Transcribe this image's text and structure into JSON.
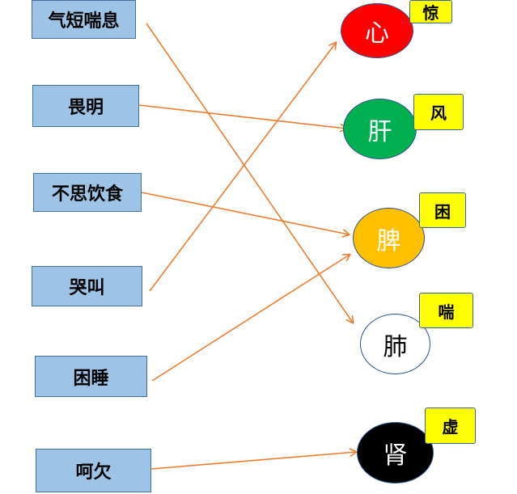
{
  "symptoms": [
    {
      "id": "qiduan",
      "label": "气短喘息"
    },
    {
      "id": "weiming",
      "label": "畏明"
    },
    {
      "id": "busiyinshi",
      "label": "不思饮食"
    },
    {
      "id": "kujiao",
      "label": "哭叫"
    },
    {
      "id": "kunshui",
      "label": "困睡"
    },
    {
      "id": "heqian",
      "label": "呵欠"
    }
  ],
  "organs": [
    {
      "id": "xin",
      "label": "心",
      "tag": "惊",
      "fill": "#ff0000",
      "text_color": "#ffffff"
    },
    {
      "id": "gan",
      "label": "肝",
      "tag": "风",
      "fill": "#00b050",
      "text_color": "#ffffff"
    },
    {
      "id": "pi",
      "label": "脾",
      "tag": "困",
      "fill": "#ffc000",
      "text_color": "#ffffff"
    },
    {
      "id": "fei",
      "label": "肺",
      "tag": "喘",
      "fill": "#ffffff",
      "text_color": "#000000"
    },
    {
      "id": "shen",
      "label": "肾",
      "tag": "虚",
      "fill": "#000000",
      "text_color": "#ffffff"
    }
  ],
  "links": [
    {
      "from": "qiduan",
      "to": "fei"
    },
    {
      "from": "weiming",
      "to": "gan"
    },
    {
      "from": "busiyinshi",
      "to": "pi"
    },
    {
      "from": "kujiao",
      "to": "xin"
    },
    {
      "from": "kunshui",
      "to": "pi"
    },
    {
      "from": "heqian",
      "to": "shen"
    }
  ],
  "colors": {
    "arrow": "#ed7d31",
    "box_fill": "#9dc3e6",
    "tag_fill": "#ffff00"
  }
}
